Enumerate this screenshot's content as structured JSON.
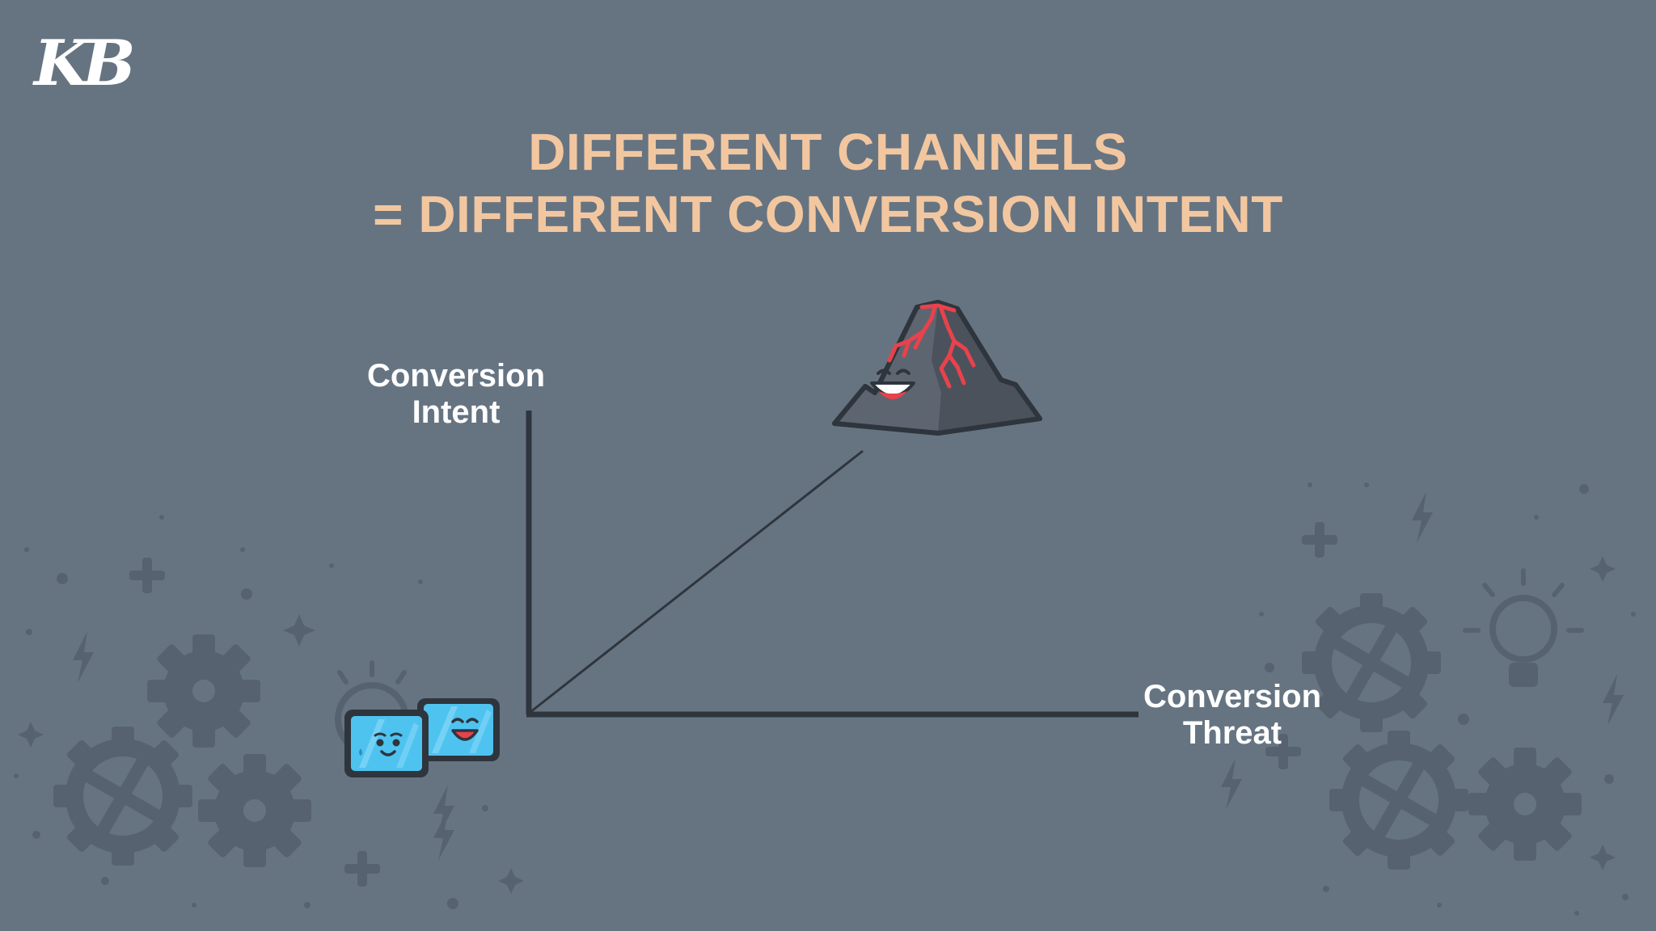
{
  "logo": {
    "text": "KB"
  },
  "title": {
    "line1": "DIFFERENT CHANNELS",
    "line2": "= DIFFERENT CONVERSION INTENT"
  },
  "axes": {
    "y_label_line1": "Conversion",
    "y_label_line2": "Intent",
    "x_label_line1": "Conversion",
    "x_label_line2": "Threat"
  },
  "icons": {
    "low_end": "screens-characters-icon",
    "high_end": "volcano-character-icon"
  },
  "colors": {
    "background": "#667482",
    "title": "#f2c7a0",
    "axis": "#2f353d",
    "lava": "#e8424c",
    "screen": "#4fc3f0"
  }
}
